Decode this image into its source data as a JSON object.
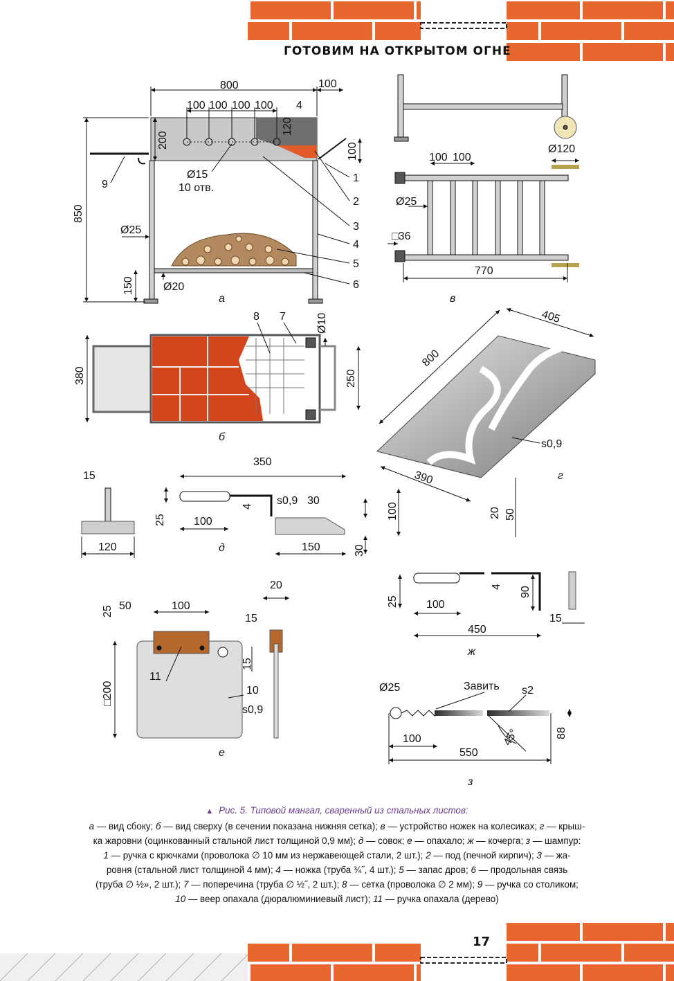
{
  "header": {
    "title": "ГОТОВИМ НА ОТКРЫТОМ ОГНЕ"
  },
  "page_number": "17",
  "colors": {
    "brick": "#e8672f",
    "mortar": "#ffffff",
    "caption_title": "#6a3d8f",
    "grate": "#d2451c",
    "metal": "#b5b5b5"
  },
  "views": {
    "a": {
      "label": "а",
      "dims": [
        "800",
        "100",
        "100",
        "100",
        "100",
        "100",
        "4",
        "120",
        "200",
        "100",
        "850",
        "Ø25",
        "150",
        "Ø20",
        "Ø15",
        "10 отв."
      ],
      "callouts": [
        "9",
        "1",
        "2",
        "3",
        "4",
        "5",
        "6"
      ]
    },
    "b": {
      "label": "б",
      "dims": [
        "380",
        "Ø10",
        "250"
      ],
      "callouts": [
        "8",
        "7"
      ]
    },
    "v": {
      "label": "в",
      "dims": [
        "Ø120",
        "100",
        "100",
        "Ø25",
        "□36",
        "770"
      ]
    },
    "g": {
      "label": "г",
      "dims": [
        "405",
        "800",
        "s0,9",
        "390",
        "20",
        "50"
      ]
    },
    "d": {
      "label": "д",
      "dims": [
        "15",
        "120",
        "350",
        "25",
        "4",
        "s0,9",
        "30",
        "100",
        "100",
        "150",
        "30"
      ]
    },
    "zh": {
      "label": "ж",
      "dims": [
        "25",
        "100",
        "4",
        "90",
        "450",
        "15"
      ]
    },
    "e": {
      "label": "е",
      "dims": [
        "20",
        "25",
        "50",
        "100",
        "15",
        "15",
        "□200",
        "11",
        "10",
        "s0,9"
      ]
    },
    "z": {
      "label": "з",
      "dims": [
        "Ø25",
        "Завить",
        "s2",
        "100",
        "45°",
        "88",
        "550"
      ]
    }
  },
  "caption": {
    "title": "Рис. 5. Типовой мангал, сваренный из стальных листов:",
    "lines": [
      [
        "а",
        " — вид сбоку; ",
        "б",
        " — вид сверху (в сечении показана нижняя сетка); ",
        "в",
        " — устройство ножек на колесиках; ",
        "г",
        " — крыш-"
      ],
      [
        "",
        "ка жаровни (оцинкованный стальной лист толщиной 0,9 мм); ",
        "д",
        " — совок; ",
        "е",
        " — опахало; ",
        "ж",
        " — кочерга; ",
        "з",
        " — шампур:"
      ],
      [
        "1",
        " — ручка с крючками (проволока ∅ 10 мм из нержавеющей стали, 2 шт.); ",
        "2",
        " — под (печной кирпич); ",
        "3",
        " — жа-"
      ],
      [
        "",
        "ровня (стальной лист толщиной 4 мм); ",
        "4",
        " — ножка (труба ¾˝, 4 шт.); ",
        "5",
        " — запас дров; ",
        "6",
        " — продольная связь"
      ],
      [
        "",
        "(труба ∅ ½», 2 шт.); ",
        "7",
        " — поперечина (труба ∅ ½˝, 2 шт.); ",
        "8",
        " — сетка (проволока ∅ 2 мм); ",
        "9",
        " — ручка со столиком;"
      ],
      [
        "10",
        " — веер опахала (дюралюминиевый лист); ",
        "11",
        " — ручка опахала (дерево)"
      ]
    ]
  }
}
